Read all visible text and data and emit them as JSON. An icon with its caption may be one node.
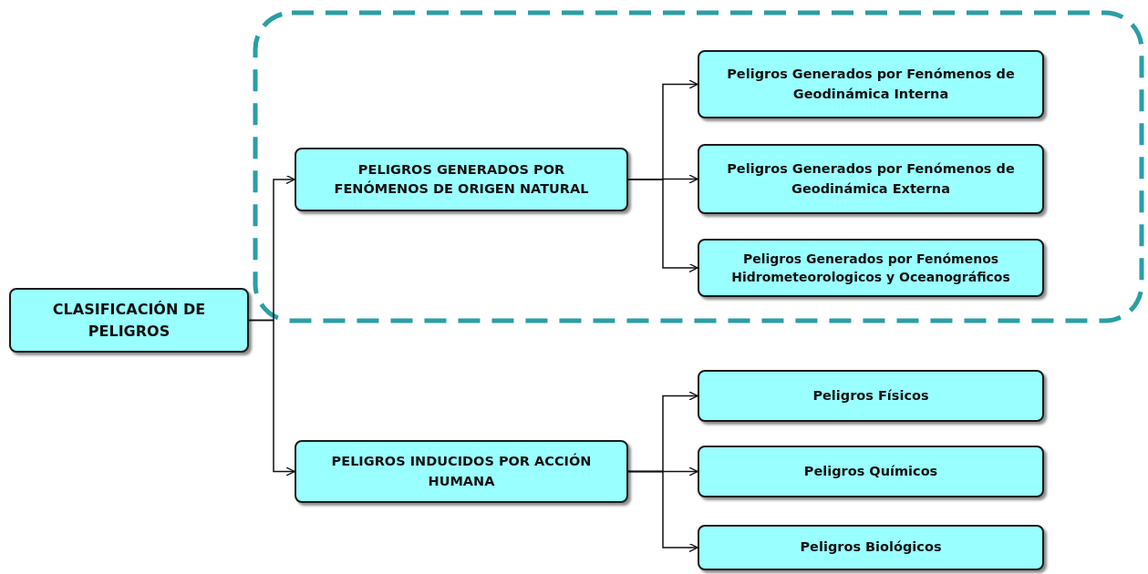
{
  "diagram": {
    "nodes": [
      {
        "text": [
          "CLASIFICACIÓN DE PELIGROS"
        ]
      },
      {
        "text": [],
        "shape": "box"
      },
      {
        "text": [
          "PELIGROS GENERADOS POR FENÓMENOS DE ORIGEN NATURAL"
        ],
        "in": 1
      },
      {
        "text": [
          "Peligros Generados por Fenómenos de Geodinámica Interna"
        ],
        "in": 1
      },
      {
        "text": [
          "Peligros Generados por Fenómenos de Geodinámica Externa"
        ],
        "in": 1
      },
      {
        "text": [
          "Peligros Generados por Fenómenos Hidrometeorologicos y Oceanográficos"
        ],
        "in": 1
      },
      {
        "text": [
          "PELIGROS INDUCIDOS POR ACCIÓN HUMANA"
        ]
      },
      {
        "text": [
          "Peligros Físicos"
        ]
      },
      {
        "text": [
          "Peligros Químicos"
        ]
      },
      {
        "text": [
          "Peligros Biológicos"
        ]
      }
    ],
    "edges": [
      {
        "from": 0,
        "to": 2,
        "arrow": "to"
      },
      {
        "from": 0,
        "to": 6,
        "arrow": "to"
      },
      {
        "from": 2,
        "to": 3,
        "arrow": "to"
      },
      {
        "from": 2,
        "to": 4,
        "arrow": "to"
      },
      {
        "from": 2,
        "to": 5,
        "arrow": "to"
      },
      {
        "from": 6,
        "to": 7,
        "arrow": "to"
      },
      {
        "from": 6,
        "to": 8,
        "arrow": "to"
      },
      {
        "from": 6,
        "to": 9,
        "arrow": "to"
      }
    ]
  }
}
